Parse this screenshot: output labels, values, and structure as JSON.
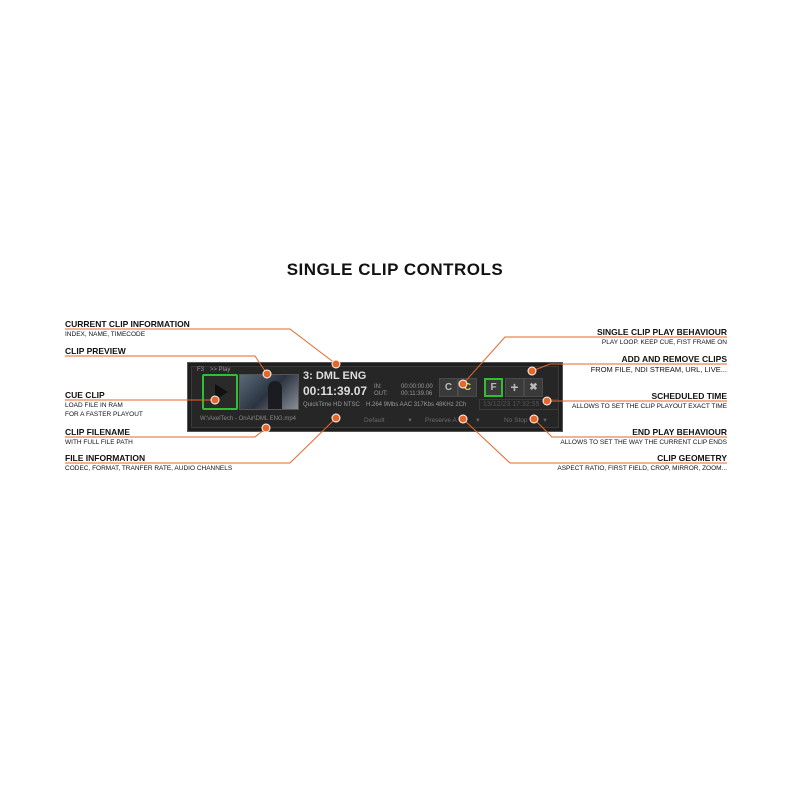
{
  "title": "SINGLE CLIP CONTROLS",
  "accent": "#e8662a",
  "annotations_left": [
    {
      "title": "CURRENT CLIP INFORMATION",
      "desc": [
        "INDEX, NAME, TIMECODE"
      ]
    },
    {
      "title": "CLIP PREVIEW",
      "desc": []
    },
    {
      "title": "CUE CLIP",
      "desc": [
        "LOAD FILE IN RAM",
        "FOR A FASTER PLAYOUT"
      ]
    },
    {
      "title": "CLIP FILENAME",
      "desc": [
        "WITH FULL FILE PATH"
      ]
    },
    {
      "title": "FILE INFORMATION",
      "desc": [
        "CODEC, FORMAT, TRANFER RATE, AUDIO CHANNELS"
      ]
    }
  ],
  "annotations_right": [
    {
      "title": "SINGLE CLIP PLAY BEHAVIOUR",
      "desc": [
        "PLAY LOOP. KEEP CUE, FIST FRAME ON"
      ]
    },
    {
      "title": "ADD AND REMOVE CLIPS",
      "desc": [
        "FROM FILE, NDI STREAM, URL, LIVE..."
      ]
    },
    {
      "title": "SCHEDULED TIME",
      "desc": [
        "ALLOWS TO SET THE CLIP  PLAYOUT EXACT TIME"
      ]
    },
    {
      "title": "END PLAY BEHAVIOUR",
      "desc": [
        "ALLOWS TO SET THE WAY THE CURRENT CLIP ENDS"
      ]
    },
    {
      "title": "CLIP GEOMETRY",
      "desc": [
        "ASPECT RATIO, FIRST FIELD, CROP, MIRROR, ZOOM..."
      ]
    }
  ],
  "panel": {
    "key": "F3",
    "mode": ">> Play",
    "clip_name": "3: DML ENG",
    "timecode": "00:11:39.07",
    "in_label": "IN:",
    "in_value": "00:00:00.00",
    "out_label": "OUT:",
    "out_value": "00:11:39.06",
    "format": "QuickTime HD NTSC",
    "codec": "H.264 9Mbs AAC 317Kbs 48KHz 2Ch",
    "btn_loop": "C",
    "btn_keep": "C",
    "btn_first": "F",
    "btn_add": "+",
    "btn_remove": "✖",
    "scheduled": "13/12/23 17:32:55",
    "filename": "W:\\AxelTech - OnAir\\DML ENG.mp4",
    "geometry_default": "Default",
    "aspect": "Preserve A",
    "end": "No Stop"
  }
}
